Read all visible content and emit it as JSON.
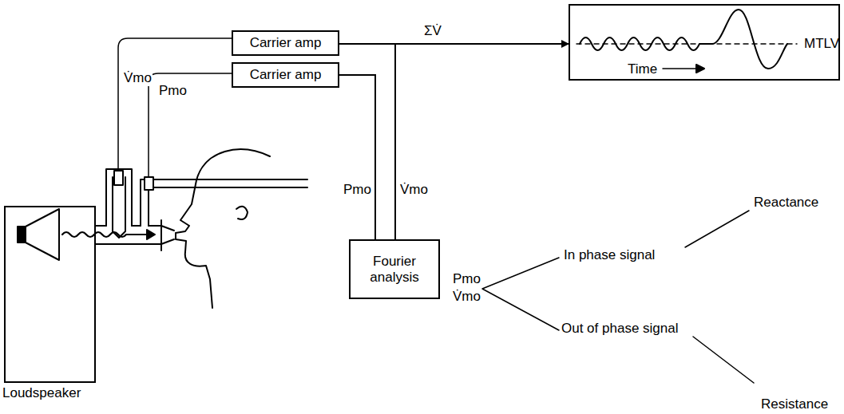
{
  "diagram": {
    "nodes": [
      {
        "text": [
          "Carrier amp"
        ]
      },
      {
        "text": [
          "Carrier amp"
        ]
      },
      {
        "text": [
          "Time",
          "MTLV"
        ]
      },
      {
        "text": [
          "Loudspeaker"
        ]
      },
      {
        "text": [
          "Fourier analysis"
        ]
      }
    ],
    "edges": [
      {
        "from": 0,
        "to": 2,
        "arrow": "to",
        "label": "ΣV̇"
      },
      {
        "from": 0,
        "to": 4,
        "arrow": "none",
        "label": "V̇mo"
      },
      {
        "from": 1,
        "to": 4,
        "arrow": "none",
        "label": "Pmo"
      }
    ],
    "labels": [
      "V̇mo",
      "Pmo",
      "Pmo",
      "V̇mo",
      "In phase signal",
      "Out of phase signal",
      "Reactance",
      "Resistance"
    ]
  }
}
